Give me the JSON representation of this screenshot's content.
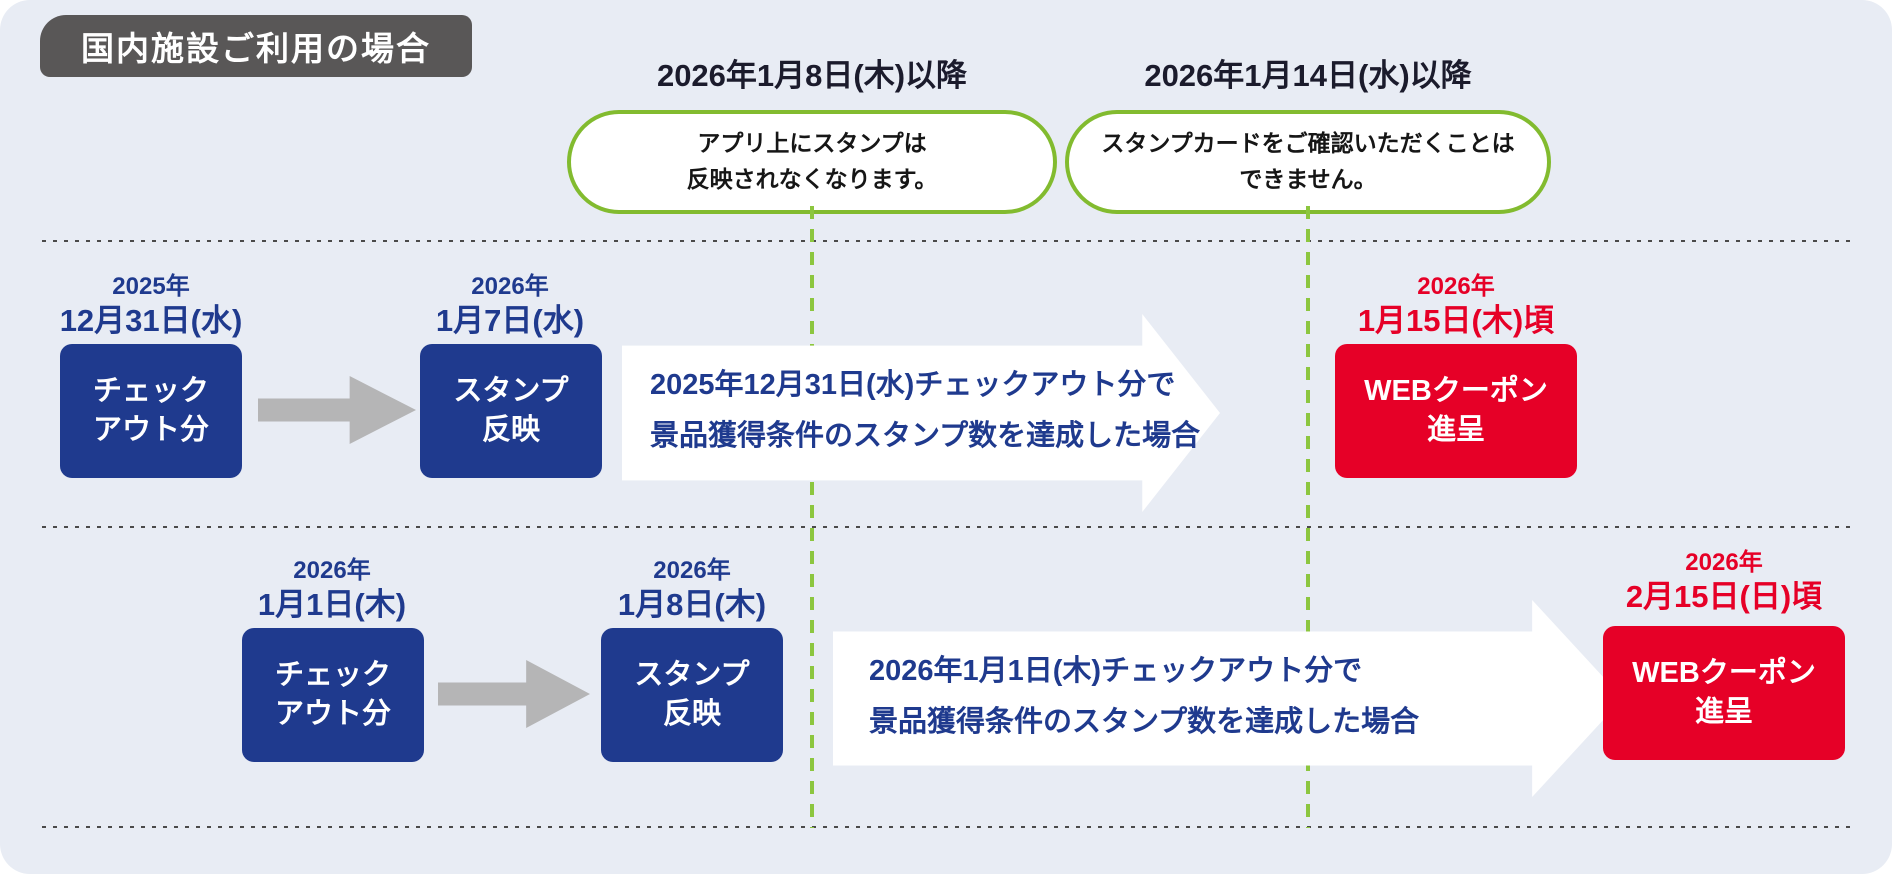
{
  "title_badge": "国内施設ご利用の場合",
  "deadlines": [
    {
      "heading": "2026年1月8日(木)以降",
      "callout": "アプリ上にスタンプは\n反映されなくなります。"
    },
    {
      "heading": "2026年1月14日(水)以降",
      "callout": "スタンプカードをご確認いただくことは\nできません。"
    }
  ],
  "rows": [
    {
      "checkout_date_year": "2025年",
      "checkout_date_day": "12月31日(水)",
      "checkout_box": "チェック\nアウト分",
      "stamp_date_year": "2026年",
      "stamp_date_day": "1月7日(水)",
      "stamp_box": "スタンプ\n反映",
      "condition": "2025年12月31日(水)チェックアウト分で\n景品獲得条件のスタンプ数を達成した場合",
      "coupon_date_year": "2026年",
      "coupon_date_day": "1月15日(木)頃",
      "coupon_box": "WEBクーポン\n進呈"
    },
    {
      "checkout_date_year": "2026年",
      "checkout_date_day": "1月1日(木)",
      "checkout_box": "チェック\nアウト分",
      "stamp_date_year": "2026年",
      "stamp_date_day": "1月8日(木)",
      "stamp_box": "スタンプ\n反映",
      "condition": "2026年1月1日(木)チェックアウト分で\n景品獲得条件のスタンプ数を達成した場合",
      "coupon_date_year": "2026年",
      "coupon_date_day": "2月15日(日)頃",
      "coupon_box": "WEBクーポン\n進呈"
    }
  ],
  "colors": {
    "background": "#e8ecf4",
    "badge_gray": "#595757",
    "navy": "#1f3a8e",
    "red": "#e60027",
    "green": "#82bb2f",
    "arrow_gray": "#b5b5b6"
  }
}
